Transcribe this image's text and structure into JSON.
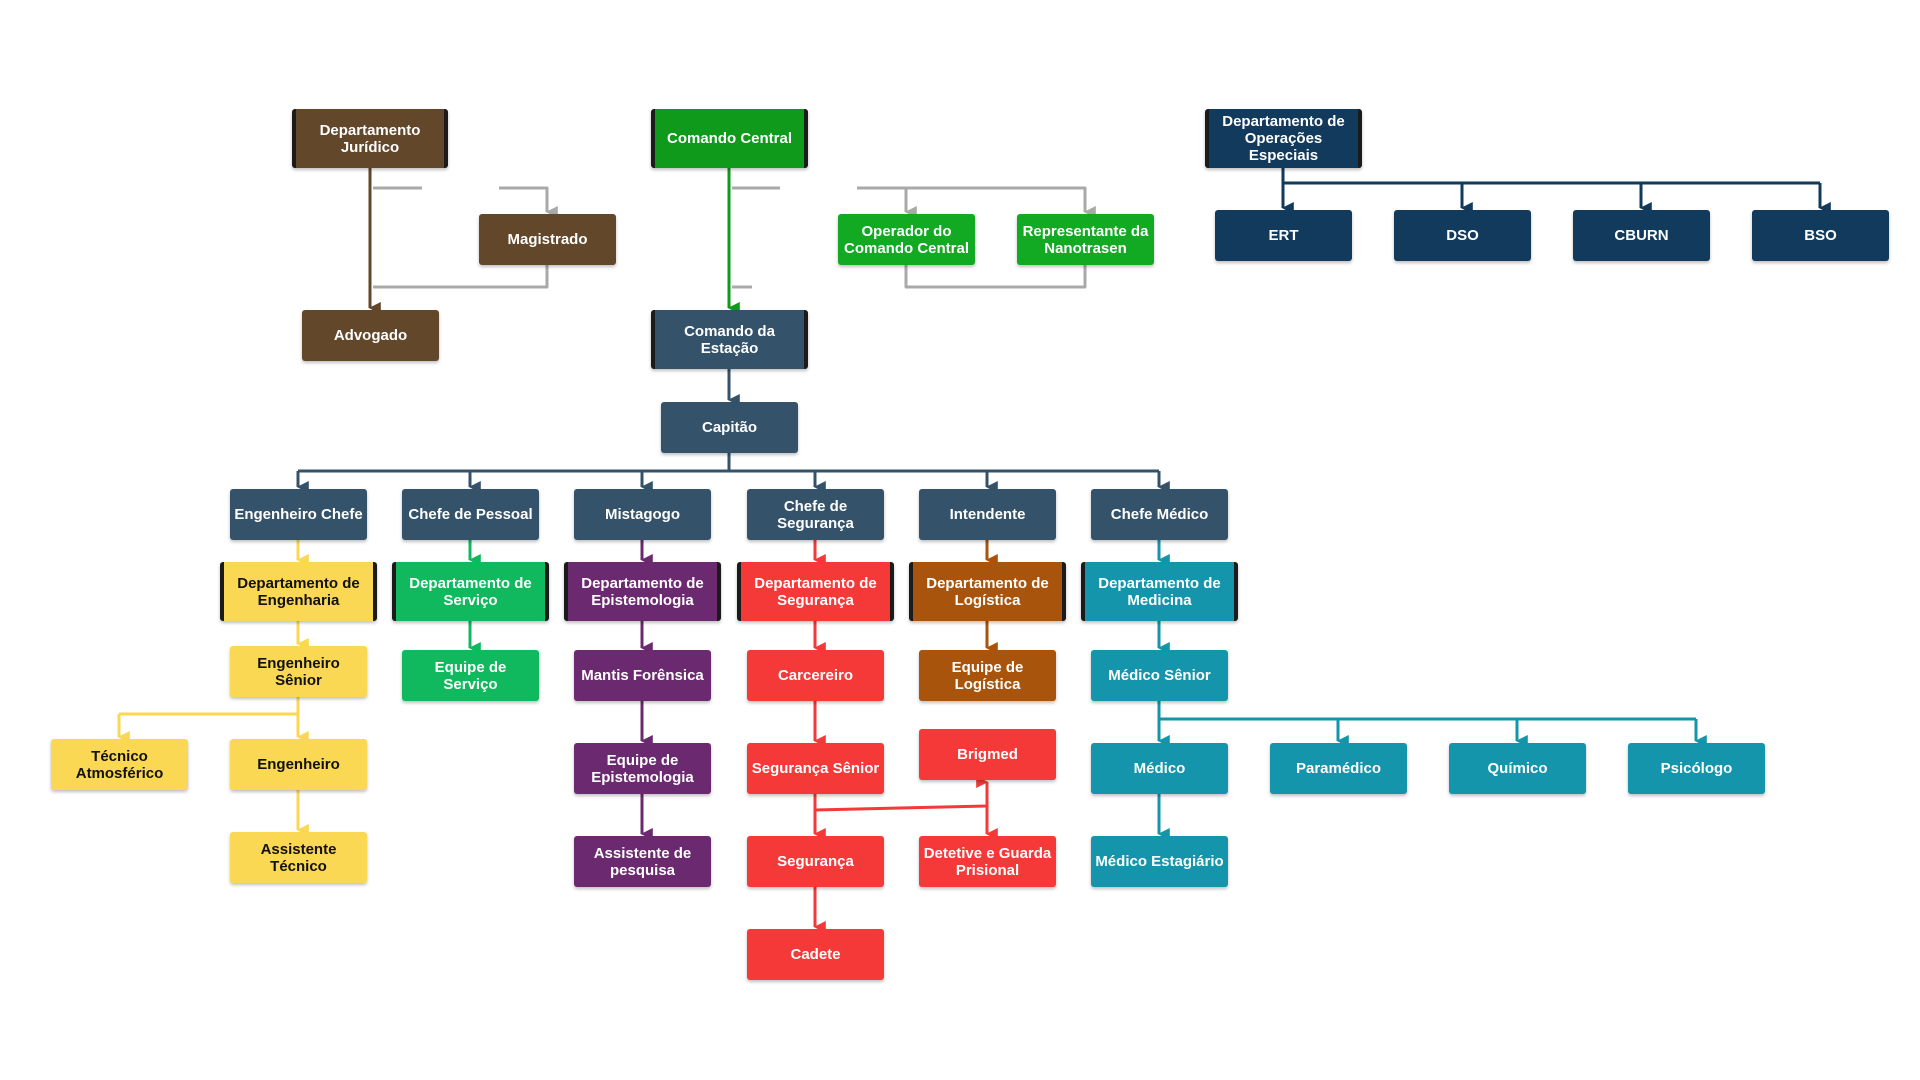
{
  "colors": {
    "legal": "#63472a",
    "central": "#0f9a1b",
    "central_light": "#12a923",
    "station": "#34536a",
    "special": "#123a5c",
    "engineering": "#fbd853",
    "service": "#10b85e",
    "science": "#6b2a70",
    "security": "#f53838",
    "logistics": "#a8540d",
    "medical": "#1495ab",
    "gray_link": "#a9a9a9"
  },
  "nodes": {
    "dep_juridico": "Departamento Jurídico",
    "magistrado": "Magistrado",
    "advogado": "Advogado",
    "comando_central": "Comando Central",
    "operador_cc": "Operador do Comando Central",
    "representante_nt": "Representante da Nanotrasen",
    "comando_estacao": "Comando da Estação",
    "capitao": "Capitão",
    "dep_operacoes_especiais": "Departamento de Operações Especiais",
    "ert": "ERT",
    "dso": "DSO",
    "cburn": "CBURN",
    "bso": "BSO",
    "engenheiro_chefe": "Engenheiro Chefe",
    "chefe_pessoal": "Chefe de Pessoal",
    "mistagogo": "Mistagogo",
    "chefe_seguranca": "Chefe de Segurança",
    "intendente": "Intendente",
    "chefe_medico": "Chefe Médico",
    "dep_engenharia": "Departamento de Engenharia",
    "dep_servico": "Departamento de Serviço",
    "dep_epistemologia": "Departamento de Epistemologia",
    "dep_seguranca": "Departamento de Segurança",
    "dep_logistica": "Departamento de Logística",
    "dep_medicina": "Departamento de Medicina",
    "engenheiro_senior": "Engenheiro Sênior",
    "equipe_servico": "Equipe de Serviço",
    "mantis_forense": "Mantis Forênsica",
    "carcereiro": "Carcereiro",
    "equipe_logistica": "Equipe de Logística",
    "medico_senior": "Médico Sênior",
    "tecnico_atmosferico": "Técnico Atmosférico",
    "engenheiro": "Engenheiro",
    "assistente_tecnico": "Assistente Técnico",
    "equipe_epistemologia": "Equipe de Epistemologia",
    "assistente_pesquisa": "Assistente de pesquisa",
    "seguranca_senior": "Segurança Sênior",
    "seguranca": "Segurança",
    "cadete": "Cadete",
    "brigmed": "Brigmed",
    "detetive": "Detetive e Guarda Prisional",
    "medico": "Médico",
    "paramedico": "Paramédico",
    "quimico": "Químico",
    "psicologo": "Psicólogo",
    "medico_estagiario": "Médico Estagiário"
  }
}
